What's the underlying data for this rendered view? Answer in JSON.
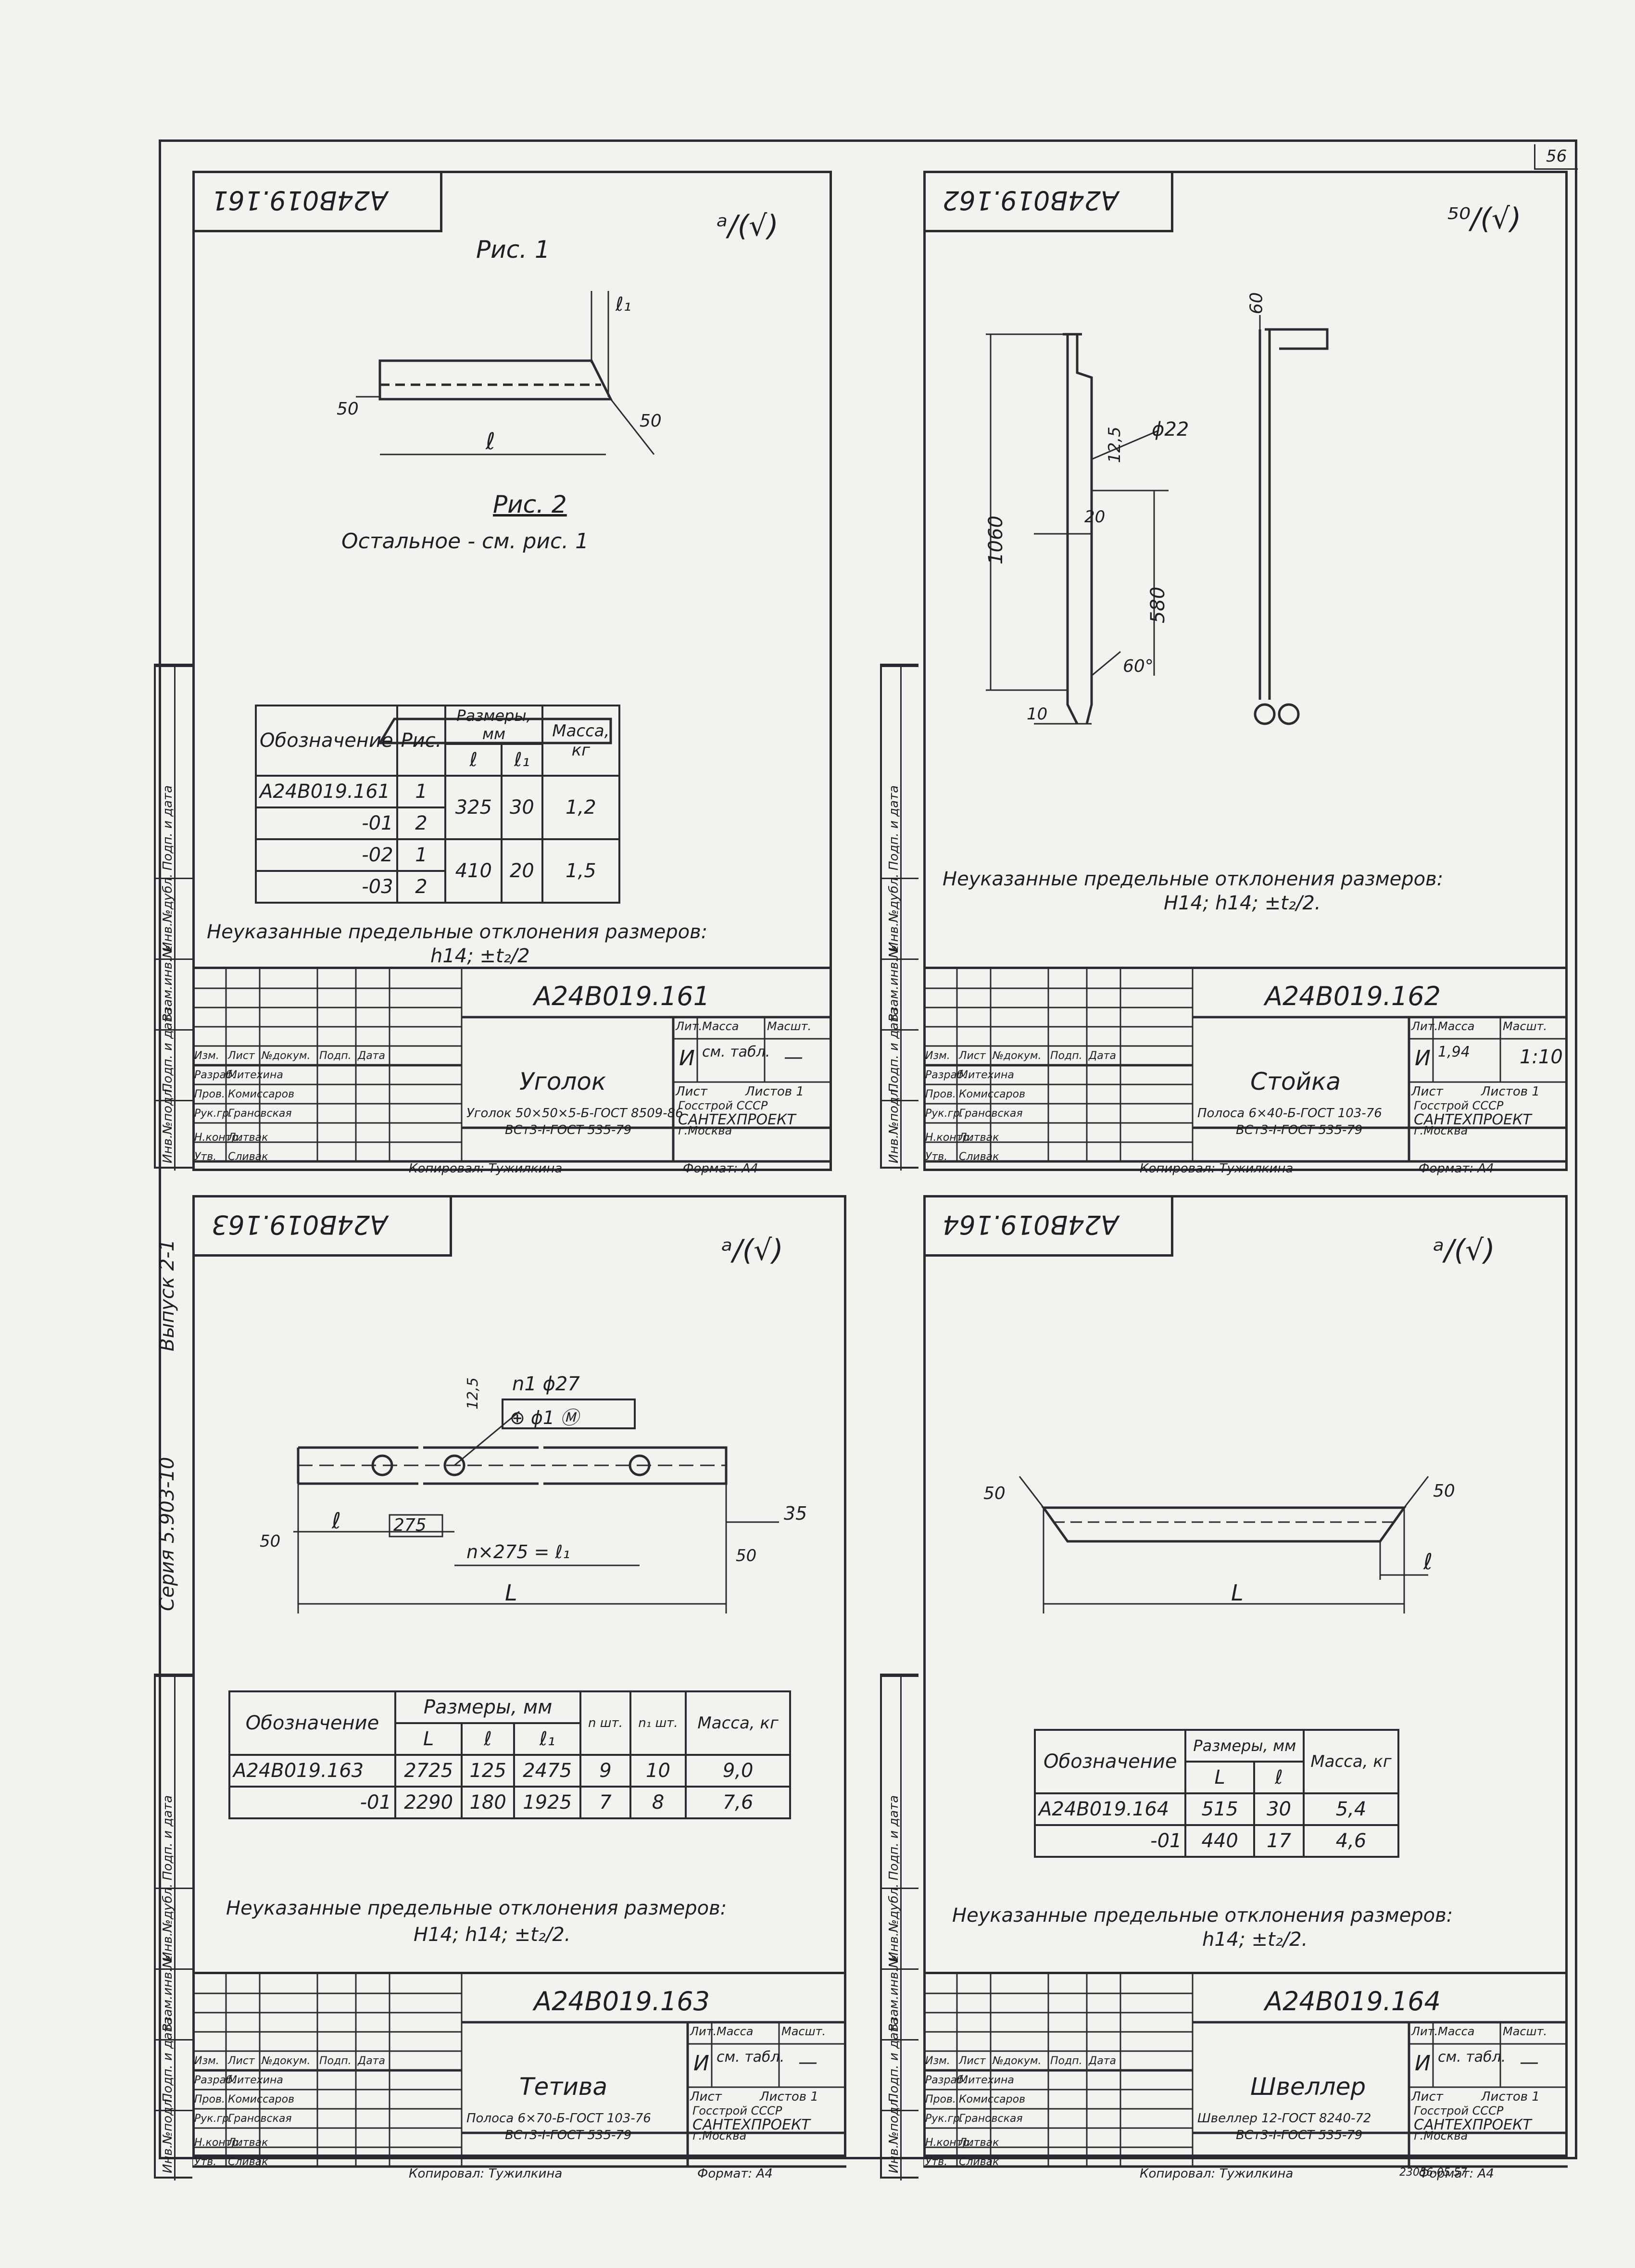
{
  "page_number": "56",
  "side_labels": [
    "Инв.№подл.",
    "Подп. и дата",
    "Взам.инв.№",
    "Инв.№дубл.",
    "Подп. и дата"
  ],
  "series_label": "Серия 5.903-10",
  "issue_label": "Выпуск 2-1",
  "titleblock_rows": {
    "headers": [
      "Изм.",
      "Лист",
      "№докум.",
      "Подп.",
      "Дата"
    ],
    "roles": [
      "Разраб.",
      "Пров.",
      "Рук.гр.",
      "Н.контр.",
      "Утв."
    ],
    "names": [
      "Митехина",
      "Комиссаров",
      "Грановская",
      "Литвак",
      "Сливак"
    ],
    "col_headers": [
      "Лит.",
      "Масса",
      "Масшт."
    ],
    "sheet": "Лист",
    "org": [
      "Госстрой СССР",
      "САНТЕХПРОЕКТ",
      "г.Москва"
    ],
    "copied": "Копировал: Тужилкина",
    "format": "Формат: А4"
  },
  "sheets": [
    {
      "code_top": "А24В019.161",
      "roughness": "ᵃ/(√)",
      "fig1_label": "Рис. 1",
      "dim_l": "ℓ",
      "dim_l1": "ℓ₁",
      "angle": "50",
      "fig2_label": "Рис. 2",
      "fig2_note": "Остальное - см. рис. 1",
      "table": {
        "headers": [
          "Обозначение",
          "Рис.",
          "Размеры, мм",
          "Масса, кг"
        ],
        "sub": [
          "ℓ",
          "ℓ₁"
        ],
        "rows": [
          [
            "А24В019.161",
            "1",
            "325",
            "30",
            "1,2"
          ],
          [
            "-01",
            "2",
            "",
            "",
            ""
          ],
          [
            "-02",
            "1",
            "410",
            "20",
            "1,5"
          ],
          [
            "-03",
            "2",
            "",
            "",
            ""
          ]
        ]
      },
      "tolerance_1": "Неуказанные предельные отклонения размеров:",
      "tolerance_2": "h14; ±t₂/2",
      "code": "А24В019.161",
      "name": "Уголок",
      "mass": "см. табл.",
      "lit": "И",
      "scale": "—",
      "sheets_count": "Листов 1",
      "material_1": "Уголок 50×50×5-Б-ГОСТ 8509-86",
      "material_2": "ВСт3-I-ГОСТ 535-79"
    },
    {
      "code_top": "А24В019.162",
      "roughness": "⁵⁰/(√)",
      "dim_1060": "1060",
      "dim_125": "12,5",
      "dim_22": "ϕ22",
      "dim_20": "20",
      "dim_580": "580",
      "dim_60deg": "60°",
      "dim_10": "10",
      "dim_60": "60",
      "tolerance_1": "Неуказанные предельные отклонения размеров:",
      "tolerance_2": "H14; h14; ±t₂/2.",
      "code": "А24В019.162",
      "name": "Стойка",
      "mass": "1,94",
      "lit": "И",
      "scale": "1:10",
      "sheet": "Лист",
      "sheets_count": "Листов 1",
      "material_1": "Полоса 6×40-Б-ГОСТ 103-76",
      "material_2": "ВСт3-I-ГОСТ 535-79"
    },
    {
      "code_top": "А24В019.163",
      "roughness": "ᵃ/(√)",
      "dim_hole": "n1 ϕ27",
      "dim_125": "12,5",
      "pos_frame": "⊕ ϕ1 Ⓜ",
      "dim_l": "ℓ",
      "dim_275": "275",
      "dim_n275": "n×275 = ℓ₁",
      "dim_L": "L",
      "dim_35": "35",
      "angle": "50",
      "table": {
        "headers": [
          "Обозначение",
          "Размеры, мм",
          "n шт.",
          "n₁ шт.",
          "Масса, кг"
        ],
        "sub": [
          "L",
          "ℓ",
          "ℓ₁"
        ],
        "rows": [
          [
            "А24В019.163",
            "2725",
            "125",
            "2475",
            "9",
            "10",
            "9,0"
          ],
          [
            "-01",
            "2290",
            "180",
            "1925",
            "7",
            "8",
            "7,6"
          ]
        ]
      },
      "tolerance_1": "Неуказанные предельные отклонения размеров:",
      "tolerance_2": "H14; h14; ±t₂/2.",
      "code": "А24В019.163",
      "name": "Тетива",
      "mass": "см. табл.",
      "lit": "И",
      "scale": "—",
      "sheet": "Лист",
      "sheets_count": "Листов 1",
      "material_1": "Полоса 6×70-Б-ГОСТ 103-76",
      "material_2": "ВСт3-I-ГОСТ 535-79"
    },
    {
      "code_top": "А24В019.164",
      "roughness": "ᵃ/(√)",
      "angle": "50",
      "dim_l": "ℓ",
      "dim_L": "L",
      "table": {
        "headers": [
          "Обозначение",
          "Размеры, мм",
          "Масса, кг"
        ],
        "sub": [
          "L",
          "ℓ"
        ],
        "rows": [
          [
            "А24В019.164",
            "515",
            "30",
            "5,4"
          ],
          [
            "-01",
            "440",
            "17",
            "4,6"
          ]
        ]
      },
      "tolerance_1": "Неуказанные предельные отклонения размеров:",
      "tolerance_2": "h14; ±t₂/2.",
      "code": "А24В019.164",
      "name": "Швеллер",
      "mass": "см. табл.",
      "lit": "И",
      "scale": "—",
      "sheet": "Лист",
      "sheets_count": "Листов 1",
      "material_1": "Швеллер 12-ГОСТ 8240-72",
      "material_2": "ВСт3-I-ГОСТ 535-79",
      "doc_no": "23056-05 57"
    }
  ]
}
